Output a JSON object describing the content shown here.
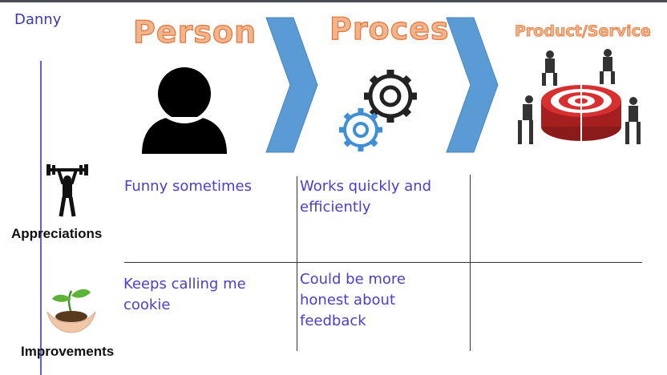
{
  "name": "Danny",
  "headers": {
    "person": "Person",
    "proces": "Proces",
    "product": "Product/Service"
  },
  "rows": [
    {
      "label": "Appreciations",
      "person": "Funny sometimes",
      "proces": "Works quickly and efficiently",
      "product": ""
    },
    {
      "label": "Improvements",
      "person": "Keeps calling me cookie",
      "proces": "Could be more honest about feedback",
      "product": ""
    }
  ],
  "icons": [
    "person-silhouette-icon",
    "gears-icon",
    "target-team-icon",
    "weightlifter-icon",
    "seedling-hands-icon",
    "chevron-right-icon"
  ],
  "colors": {
    "accent_blue": "#5b9bd5",
    "header_orange": "#e5743a",
    "text_blue": "#4b3fc8"
  }
}
